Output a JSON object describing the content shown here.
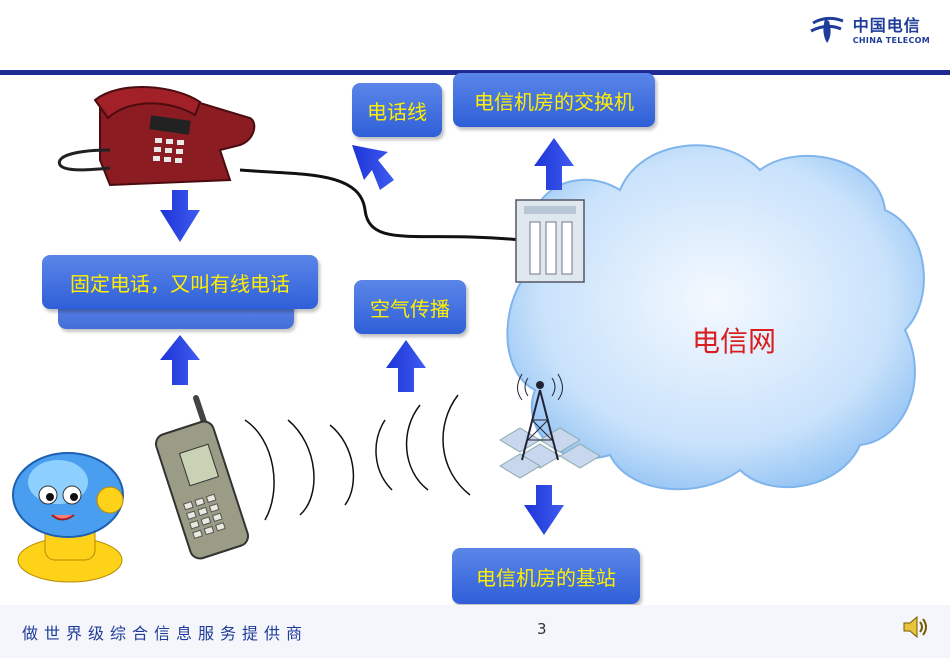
{
  "header": {
    "logo_cn": "中国电信",
    "logo_en": "CHINA TELECOM"
  },
  "labels": {
    "phone_line": "电话线",
    "exchange": "电信机房的交换机",
    "fixed_phone": "固定电话，又叫有线电话",
    "air_transmission": "空气传播",
    "base_station": "电信机房的基站",
    "telecom_network": "电信网"
  },
  "footer": {
    "slogan": "做世界级综合信息服务提供商",
    "page_number": "3"
  },
  "icons": [
    "telephone-icon",
    "mobile-phone-icon",
    "server-icon",
    "antenna-tower-icon",
    "cloud-icon",
    "speaker-icon",
    "mascot-icon",
    "china-telecom-logo-icon"
  ],
  "colors": {
    "accent_blue": "#1f2a93",
    "label_text": "#ffee00",
    "cloud_text": "#d81e1e",
    "footer_orange": "#f08a1c"
  }
}
